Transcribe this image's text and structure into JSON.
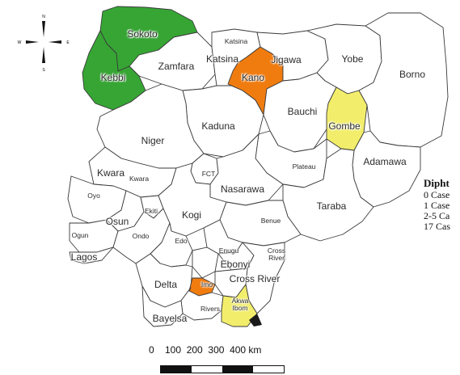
{
  "colors": {
    "zero": "#ffffff",
    "one": "#f2ee6b",
    "two_five": "#f07c10",
    "seventeen": "#36a534"
  },
  "states": [
    {
      "name": "Sokoto",
      "cases_class": "seventeen"
    },
    {
      "name": "Zamfara",
      "cases_class": "zero"
    },
    {
      "name": "Kebbi",
      "cases_class": "seventeen"
    },
    {
      "name": "Katsina",
      "cases_class": "zero"
    },
    {
      "name": "Kano",
      "cases_class": "two_five"
    },
    {
      "name": "Jigawa",
      "cases_class": "zero"
    },
    {
      "name": "Yobe",
      "cases_class": "zero"
    },
    {
      "name": "Borno",
      "cases_class": "zero"
    },
    {
      "name": "Bauchi",
      "cases_class": "zero"
    },
    {
      "name": "Gombe",
      "cases_class": "one"
    },
    {
      "name": "Kaduna",
      "cases_class": "zero"
    },
    {
      "name": "Niger",
      "cases_class": "zero"
    },
    {
      "name": "FCT",
      "cases_class": "zero"
    },
    {
      "name": "Nasarawa",
      "cases_class": "zero"
    },
    {
      "name": "Plateau",
      "cases_class": "zero"
    },
    {
      "name": "Adamawa",
      "cases_class": "zero"
    },
    {
      "name": "Taraba",
      "cases_class": "zero"
    },
    {
      "name": "Kwara",
      "cases_class": "zero"
    },
    {
      "name": "Oyo",
      "cases_class": "zero"
    },
    {
      "name": "Osun",
      "cases_class": "zero"
    },
    {
      "name": "Ekiti",
      "cases_class": "zero"
    },
    {
      "name": "Ogun",
      "cases_class": "zero"
    },
    {
      "name": "Ondo",
      "cases_class": "zero"
    },
    {
      "name": "Lagos",
      "cases_class": "zero"
    },
    {
      "name": "Kogi",
      "cases_class": "zero"
    },
    {
      "name": "Benue",
      "cases_class": "zero"
    },
    {
      "name": "Edo",
      "cases_class": "zero"
    },
    {
      "name": "Enugu",
      "cases_class": "zero"
    },
    {
      "name": "Ebonyi",
      "cases_class": "zero"
    },
    {
      "name": "Cross River",
      "cases_class": "zero"
    },
    {
      "name": "Delta",
      "cases_class": "zero"
    },
    {
      "name": "Imo",
      "cases_class": "two_five"
    },
    {
      "name": "Rivers",
      "cases_class": "zero"
    },
    {
      "name": "Akwa Ibom",
      "cases_class": "one"
    },
    {
      "name": "Bayelsa",
      "cases_class": "zero"
    }
  ],
  "labels": {
    "sokoto": "Sokoto",
    "zamfara": "Zamfara",
    "kebbi": "Kebbi",
    "katsina_small": "Katsina",
    "katsina": "Katsina",
    "kano": "Kano",
    "jigawa": "Jigawa",
    "yobe": "Yobe",
    "borno": "Borno",
    "bauchi": "Bauchi",
    "gombe": "Gombe",
    "kaduna": "Kaduna",
    "niger": "Niger",
    "fct": "FCT",
    "plateau": "Plateau",
    "adamawa": "Adamawa",
    "nasarawa": "Nasarawa",
    "kwara": "Kwara",
    "kwara_small": "Kwara",
    "oyo": "Oyo",
    "osun": "Osun",
    "ekiti": "Ekiti",
    "kogi": "Kogi",
    "benue": "Benue",
    "taraba": "Taraba",
    "ogun": "Ogun",
    "ondo": "Ondo",
    "edo": "Edo",
    "lagos": "Lagos",
    "enugu": "Enugu",
    "ebonyi": "Ebonyi",
    "cross_river_small": "Cross\nRiver",
    "cross_river": "Cross River",
    "delta": "Delta",
    "imo": "Imo",
    "akwa_ibom": "Akwa\nIbom",
    "rivers": "Rivers",
    "bayelsa": "Bayelsa"
  },
  "legend": {
    "title": "Dipht",
    "items": [
      {
        "label": "0 Case",
        "color_key": "zero"
      },
      {
        "label": "1 Case",
        "color_key": "one"
      },
      {
        "label": "2-5 Ca",
        "color_key": "two_five"
      },
      {
        "label": "17 Cas",
        "color_key": "seventeen"
      }
    ]
  },
  "compass": {
    "n": "N",
    "s": "S",
    "e": "E",
    "w": "W"
  },
  "scale": {
    "labels": "0    100  200  300  400 km"
  }
}
